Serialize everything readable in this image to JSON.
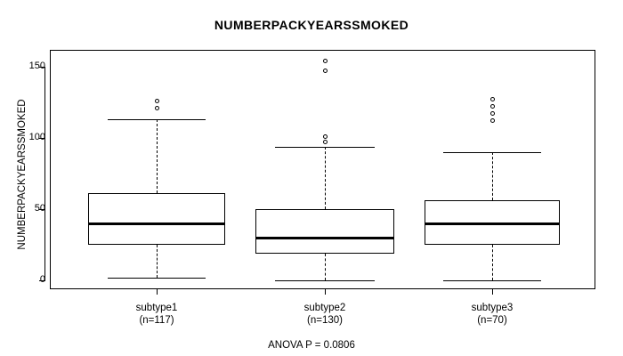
{
  "chart_data": {
    "type": "box",
    "title": "NUMBERPACKYEARSSMOKED",
    "ylabel": "NUMBERPACKYEARSSMOKED",
    "xlabel": "",
    "ylim": [
      -8,
      162
    ],
    "yticks": [
      0,
      50,
      100,
      150
    ],
    "ytick_labels": [
      "0",
      "50",
      "100",
      "150"
    ],
    "grid": false,
    "legend": "none",
    "annotation": "ANOVA P = 0.0806",
    "categories": [
      "subtype1",
      "subtype2",
      "subtype3"
    ],
    "counts": [
      "(n=117)",
      "(n=130)",
      "(n=70)"
    ],
    "boxes": [
      {
        "name": "subtype1",
        "n": 117,
        "whisker_low": 2,
        "q1": 25,
        "median": 40,
        "q3": 61,
        "whisker_high": 113,
        "outliers": [
          126,
          121
        ]
      },
      {
        "name": "subtype2",
        "n": 130,
        "whisker_low": 0,
        "q1": 19,
        "median": 30,
        "q3": 50,
        "whisker_high": 94,
        "outliers": [
          154,
          147,
          101,
          97
        ]
      },
      {
        "name": "subtype3",
        "n": 70,
        "whisker_low": 0,
        "q1": 25,
        "median": 40,
        "q3": 56,
        "whisker_high": 90,
        "outliers": [
          127,
          122,
          117,
          112
        ]
      }
    ]
  },
  "colors": {
    "axis": "#000000",
    "box_fill": "#ffffff",
    "line": "#000000",
    "background": "#ffffff"
  }
}
